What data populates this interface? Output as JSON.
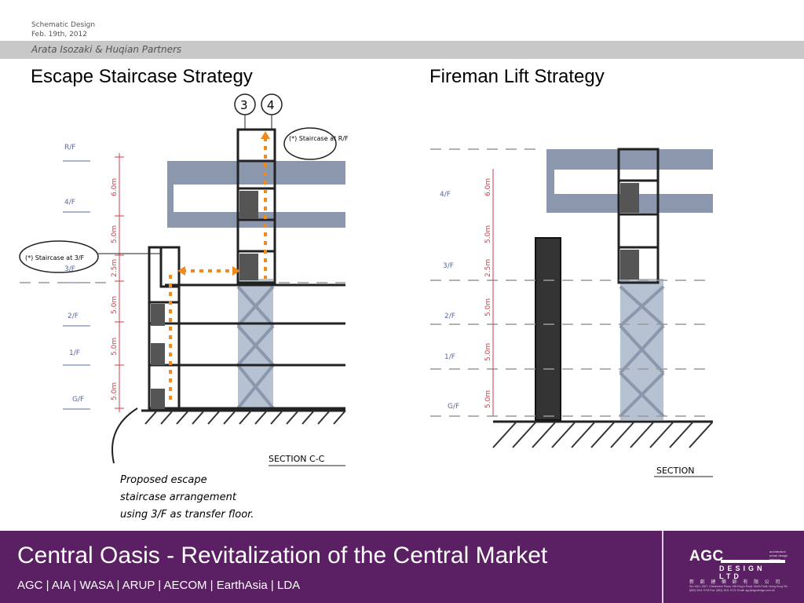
{
  "header": {
    "line1": "Schematic Design",
    "line2": "Feb. 19th, 2012",
    "firm": "Arata Isozaki & Huqian Partners"
  },
  "left": {
    "title": "Escape Staircase Strategy",
    "floors": [
      "R/F",
      "4/F",
      "3/F",
      "2/F",
      "1/F",
      "G/F"
    ],
    "heights": [
      "6.0m",
      "5.0m",
      "2.5m",
      "5.0m",
      "5.0m",
      "5.0m"
    ],
    "grid": [
      "3",
      "4"
    ],
    "note_top": "(*) Staircase at R/F",
    "note_left": "(*) Staircase at 3/F",
    "proposal": [
      "Proposed escape",
      "staircase arrangement",
      "using 3/F as transfer floor."
    ],
    "section": "SECTION C-C"
  },
  "right": {
    "title": "Fireman Lift Strategy",
    "floors": [
      "4/F",
      "3/F",
      "2/F",
      "1/F",
      "G/F"
    ],
    "heights": [
      "6.0m",
      "5.0m",
      "2.5m",
      "5.0m",
      "5.0m",
      "5.0m"
    ],
    "section": "SECTION"
  },
  "footer": {
    "project": "Central Oasis - Revitalization of the Central Market",
    "partners": "AGC | AIA | WASA | ARUP | AECOM | EarthAsia | LDA",
    "logo_main": "AGC",
    "logo_sub": "DESIGN LTD",
    "logo_tag": "architecture urban design interiors",
    "logo_chinese": "新 創 建 築 師 有 限 公 司",
    "logo_address": "Rm 1601-1607, Chinachem Plaza, 338 King's Road, North Point, Hong Kong  Tel: (852) 2511 9718  Fax: (852) 2511 9721  Email: agc@agcdesign.com.hk"
  },
  "colors": {
    "footer_bg": "#5b1f63",
    "header_band": "#c8c8c8",
    "steel": "#8a97ad",
    "orange": "#f08a1c",
    "sketch_red": "#c8404a"
  }
}
